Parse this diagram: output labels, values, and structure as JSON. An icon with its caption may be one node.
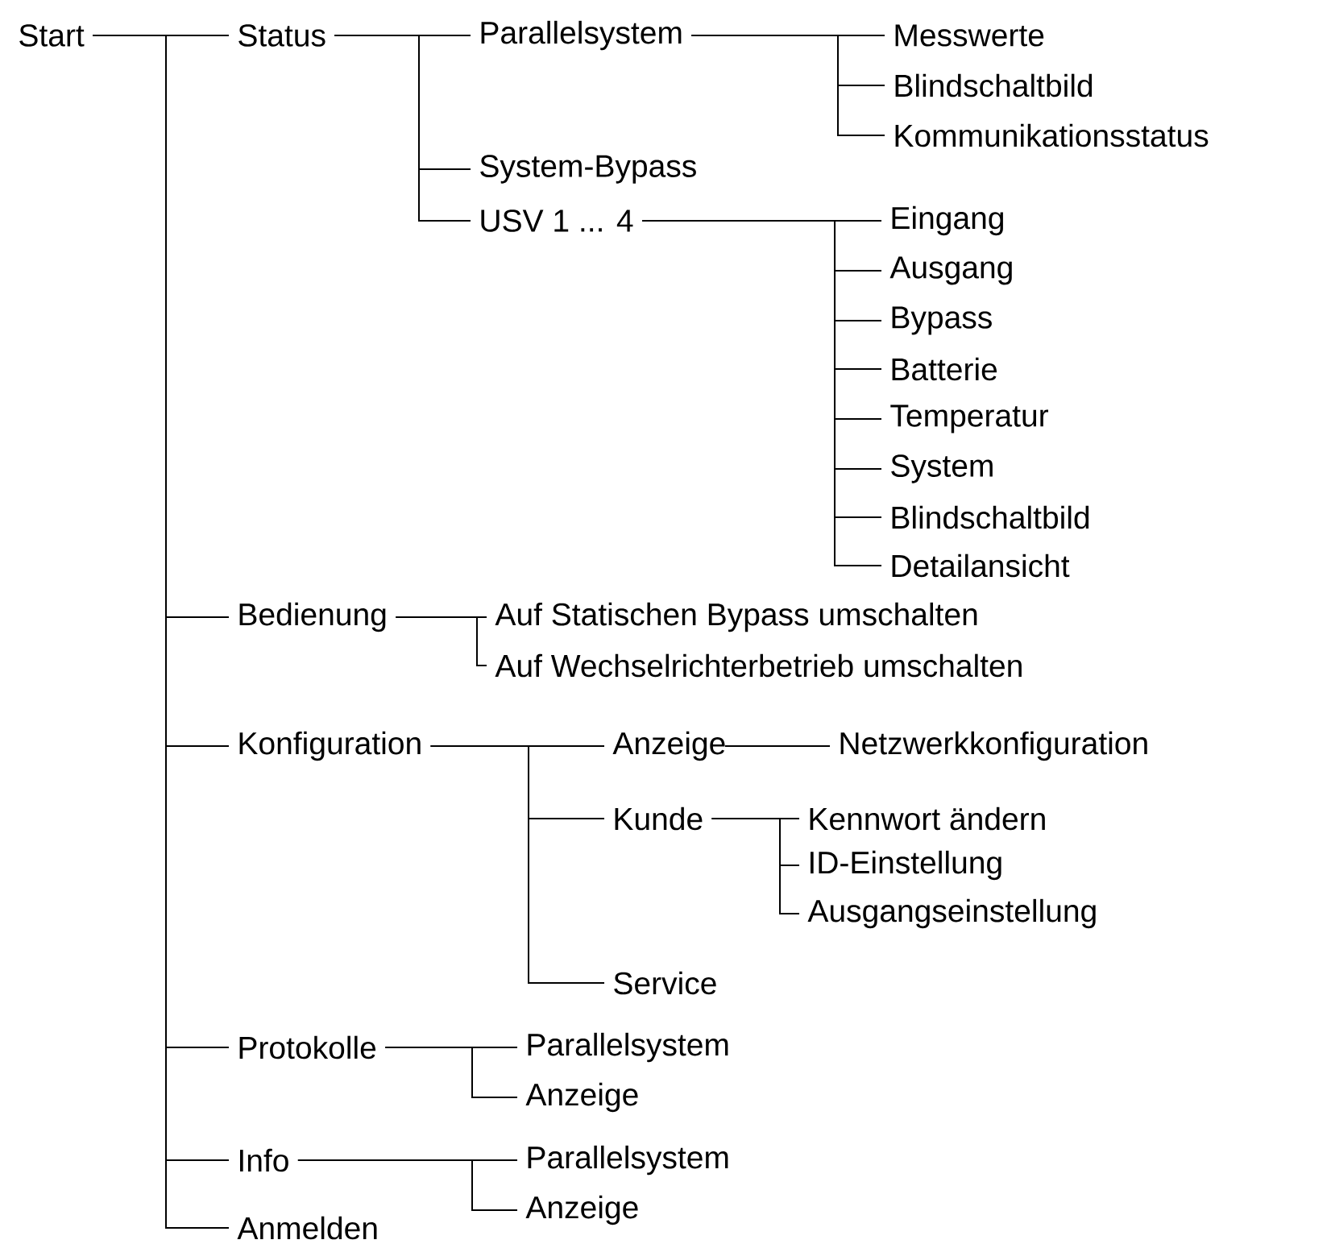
{
  "diagram": {
    "nodes": [
      {
        "text": [
          "Start"
        ]
      },
      {
        "text": [
          "Status"
        ]
      },
      {
        "text": [
          "Parallelsystem"
        ]
      },
      {
        "text": [
          "Messwerte"
        ]
      },
      {
        "text": [
          "Blindschaltbild"
        ]
      },
      {
        "text": [
          "Kommunikationsstatus"
        ]
      },
      {
        "text": [
          "System-Bypass"
        ]
      },
      {
        "text": [
          "USV 1 ... 4"
        ]
      },
      {
        "text": [
          "Eingang"
        ]
      },
      {
        "text": [
          "Ausgang"
        ]
      },
      {
        "text": [
          "Bypass"
        ]
      },
      {
        "text": [
          "Batterie"
        ]
      },
      {
        "text": [
          "Temperatur"
        ]
      },
      {
        "text": [
          "System"
        ]
      },
      {
        "text": [
          "Blindschaltbild"
        ]
      },
      {
        "text": [
          "Detailansicht"
        ]
      },
      {
        "text": [
          "Bedienung"
        ]
      },
      {
        "text": [
          "Auf Statischen Bypass umschalten"
        ]
      },
      {
        "text": [
          "Auf Wechselrichterbetrieb umschalten"
        ]
      },
      {
        "text": [
          "Konfiguration"
        ]
      },
      {
        "text": [
          "Anzeige"
        ]
      },
      {
        "text": [
          "Netzwerkkonfiguration"
        ]
      },
      {
        "text": [
          "Kunde"
        ]
      },
      {
        "text": [
          "Kennwort ändern"
        ]
      },
      {
        "text": [
          "ID-Einstellung"
        ]
      },
      {
        "text": [
          "Ausgangseinstellung"
        ]
      },
      {
        "text": [
          "Service"
        ]
      },
      {
        "text": [
          "Protokolle"
        ]
      },
      {
        "text": [
          "Parallelsystem"
        ]
      },
      {
        "text": [
          "Anzeige"
        ]
      },
      {
        "text": [
          "Info"
        ]
      },
      {
        "text": [
          "Parallelsystem"
        ]
      },
      {
        "text": [
          "Anzeige"
        ]
      },
      {
        "text": [
          "Anmelden"
        ]
      }
    ],
    "edges": [
      {
        "from": 0,
        "to": 1,
        "arrow": "none"
      },
      {
        "from": 0,
        "to": 16,
        "arrow": "none"
      },
      {
        "from": 0,
        "to": 19,
        "arrow": "none"
      },
      {
        "from": 0,
        "to": 27,
        "arrow": "none"
      },
      {
        "from": 0,
        "to": 30,
        "arrow": "none"
      },
      {
        "from": 0,
        "to": 33,
        "arrow": "none"
      },
      {
        "from": 1,
        "to": 2,
        "arrow": "none"
      },
      {
        "from": 1,
        "to": 6,
        "arrow": "none"
      },
      {
        "from": 1,
        "to": 7,
        "arrow": "none"
      },
      {
        "from": 2,
        "to": 3,
        "arrow": "none"
      },
      {
        "from": 2,
        "to": 4,
        "arrow": "none"
      },
      {
        "from": 2,
        "to": 5,
        "arrow": "none"
      },
      {
        "from": 7,
        "to": 8,
        "arrow": "none"
      },
      {
        "from": 7,
        "to": 9,
        "arrow": "none"
      },
      {
        "from": 7,
        "to": 10,
        "arrow": "none"
      },
      {
        "from": 7,
        "to": 11,
        "arrow": "none"
      },
      {
        "from": 7,
        "to": 12,
        "arrow": "none"
      },
      {
        "from": 7,
        "to": 13,
        "arrow": "none"
      },
      {
        "from": 7,
        "to": 14,
        "arrow": "none"
      },
      {
        "from": 7,
        "to": 15,
        "arrow": "none"
      },
      {
        "from": 16,
        "to": 17,
        "arrow": "none"
      },
      {
        "from": 16,
        "to": 18,
        "arrow": "none"
      },
      {
        "from": 19,
        "to": 20,
        "arrow": "none"
      },
      {
        "from": 19,
        "to": 22,
        "arrow": "none"
      },
      {
        "from": 19,
        "to": 26,
        "arrow": "none"
      },
      {
        "from": 20,
        "to": 21,
        "arrow": "none"
      },
      {
        "from": 22,
        "to": 23,
        "arrow": "none"
      },
      {
        "from": 22,
        "to": 24,
        "arrow": "none"
      },
      {
        "from": 22,
        "to": 25,
        "arrow": "none"
      },
      {
        "from": 27,
        "to": 28,
        "arrow": "none"
      },
      {
        "from": 27,
        "to": 29,
        "arrow": "none"
      },
      {
        "from": 30,
        "to": 31,
        "arrow": "none"
      },
      {
        "from": 30,
        "to": 32,
        "arrow": "none"
      }
    ]
  }
}
